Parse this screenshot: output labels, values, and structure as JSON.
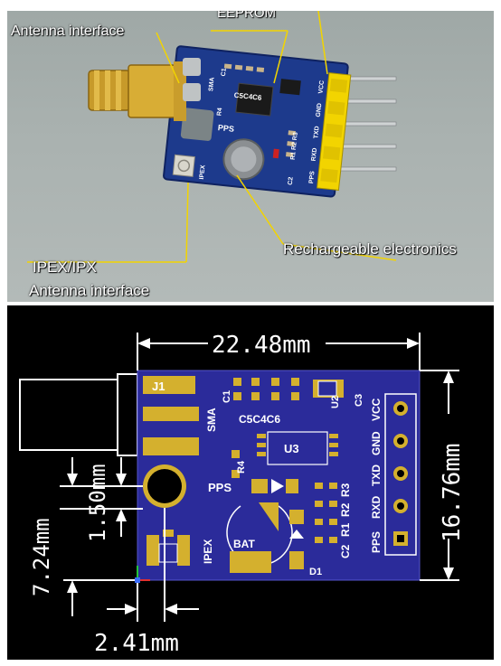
{
  "photo": {
    "labels": {
      "antenna_interface_top": "Antenna interface",
      "eeprom_partial": "EEPROM",
      "rechargeable": "Rechargeable electronics",
      "ipex_ipx": "IPEX/IPX",
      "antenna_interface_bottom": "Antenna interface"
    },
    "pcb_silkscreen": {
      "sma": "SMA",
      "c1": "C1",
      "c5c4c6": "C5C4C6",
      "pps": "PPS",
      "r4": "R4",
      "r1r2r3": "R1 R2 R3",
      "c2": "C2",
      "ipex": "IPEX",
      "pins": [
        "VCC",
        "GND",
        "TXD",
        "RXD",
        "PPS"
      ]
    }
  },
  "diagram": {
    "dimensions": {
      "width": "22.48mm",
      "height": "16.76mm",
      "offset_small": "1.50mm",
      "offset_left": "7.24mm",
      "offset_bottom": "2.41mm"
    },
    "silkscreen": {
      "j1": "J1",
      "c1": "C1",
      "sma": "SMA",
      "c5c4c6": "C5C4C6",
      "u2": "U2",
      "c3": "C3",
      "u3": "U3",
      "r4": "R4",
      "pps": "PPS",
      "r3": "R3",
      "r2": "R2",
      "r1": "R1",
      "c2": "C2",
      "ipex": "IPEX",
      "bat": "BAT",
      "d1": "D1",
      "pins": [
        "VCC",
        "GND",
        "TXD",
        "RXD",
        "PPS"
      ]
    }
  },
  "colors": {
    "pcb_blue": "#2b2b9a",
    "pad_gold": "#d4b02e",
    "photo_pcb": "#1d3a8c",
    "header_yellow": "#f2d400"
  }
}
